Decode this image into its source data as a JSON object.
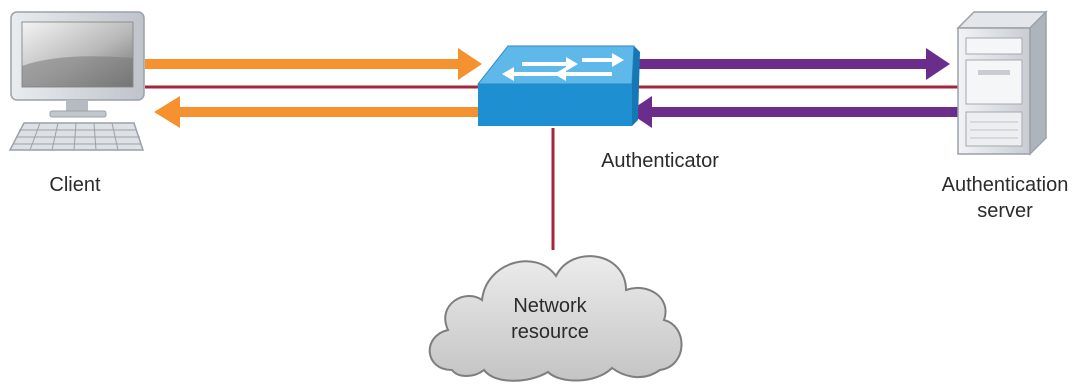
{
  "nodes": {
    "client": {
      "label": "Client"
    },
    "authenticator": {
      "label": "Authenticator"
    },
    "server": {
      "label_line1": "Authentication",
      "label_line2": "server"
    },
    "network": {
      "label_line1": "Network",
      "label_line2": "resource"
    }
  },
  "links": [
    {
      "from": "client",
      "to": "authenticator",
      "style": "arrow",
      "color": "#f5922f"
    },
    {
      "from": "authenticator",
      "to": "client",
      "style": "arrow",
      "color": "#f5922f"
    },
    {
      "from": "client",
      "to": "authenticator",
      "style": "line",
      "color": "#a3263a"
    },
    {
      "from": "authenticator",
      "to": "server",
      "style": "arrow",
      "color": "#6b2d8c"
    },
    {
      "from": "server",
      "to": "authenticator",
      "style": "arrow",
      "color": "#6b2d8c"
    },
    {
      "from": "authenticator",
      "to": "server",
      "style": "line",
      "color": "#a3263a"
    },
    {
      "from": "authenticator",
      "to": "network",
      "style": "line",
      "color": "#a3263a"
    }
  ],
  "colors": {
    "orange_arrow": "#f5922f",
    "purple_arrow": "#6b2d8c",
    "red_line": "#a3263a",
    "switch_blue": "#1e8fd0",
    "switch_top": "#5fb8ea",
    "device_gray": "#cfd3d8",
    "cloud_gray": "#d6d6d6"
  },
  "icons": {
    "client": "desktop-computer-icon",
    "authenticator": "network-switch-icon",
    "server": "tower-server-icon",
    "network": "cloud-icon"
  }
}
